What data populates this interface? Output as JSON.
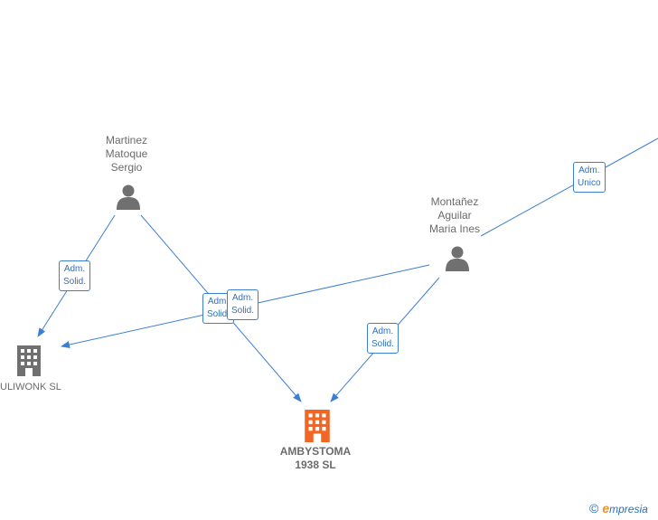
{
  "people": [
    {
      "id": "p1",
      "name": "Martinez\nMatoque\nSergio"
    },
    {
      "id": "p2",
      "name": "Montañez\nAguilar\nMaria Ines"
    }
  ],
  "companies": [
    {
      "id": "c1",
      "name": "ULIWONK  SL"
    },
    {
      "id": "c2",
      "name": "AMBYSTOMA\n1938  SL"
    }
  ],
  "edges": [
    {
      "id": "e1",
      "label": "Adm.\nSolid."
    },
    {
      "id": "e2",
      "label": "Adm.\nSolid."
    },
    {
      "id": "e3",
      "label": "Adm.\nSolid."
    },
    {
      "id": "e4",
      "label": "Adm.\nSolid."
    },
    {
      "id": "e5",
      "label": "Adm.\nUnico"
    }
  ],
  "colors": {
    "edge": "#3d7fcf",
    "person": "#707070",
    "company": "#707070",
    "main_company": "#f26522"
  },
  "brand": {
    "copyright": "©",
    "initial": "e",
    "name": "mpresia"
  }
}
